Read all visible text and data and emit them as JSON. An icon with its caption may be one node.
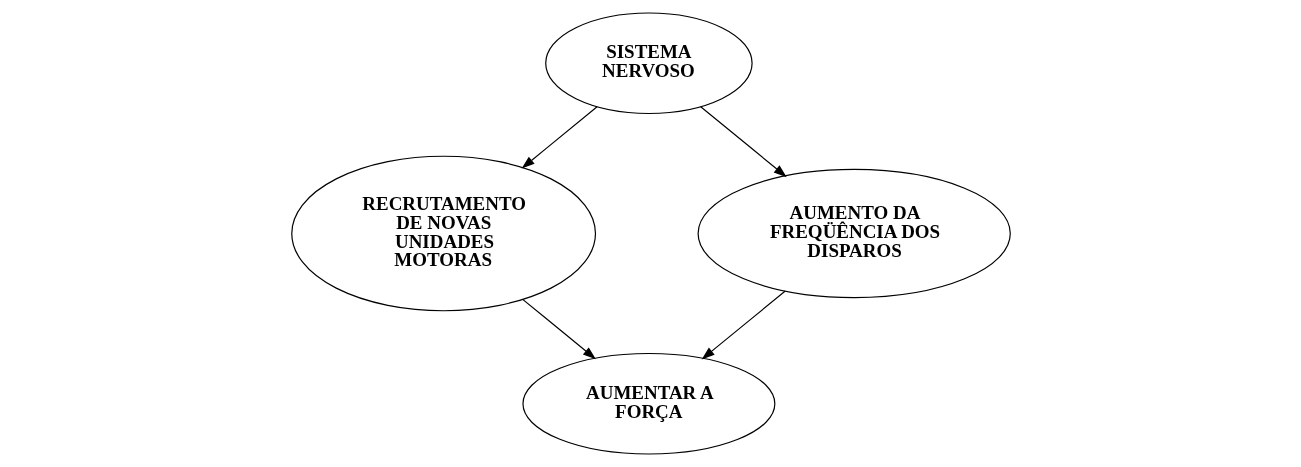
{
  "diagram": {
    "nodes": [
      {
        "text": [
          "SISTEMA NERVOSO"
        ]
      },
      {
        "text": [
          "RECRUTAMENTO DE NOVAS UNIDADES MOTORAS"
        ]
      },
      {
        "text": [
          "AUMENTO DA FREQÜÊNCIA DOS DISPAROS"
        ]
      },
      {
        "text": [
          "AUMENTAR A FORÇA"
        ]
      }
    ],
    "edges": [
      {
        "from": 0,
        "to": 1,
        "arrow": "to"
      },
      {
        "from": 0,
        "to": 2,
        "arrow": "to"
      },
      {
        "from": 1,
        "to": 3,
        "arrow": "to"
      },
      {
        "from": 2,
        "to": 3,
        "arrow": "to"
      }
    ]
  }
}
